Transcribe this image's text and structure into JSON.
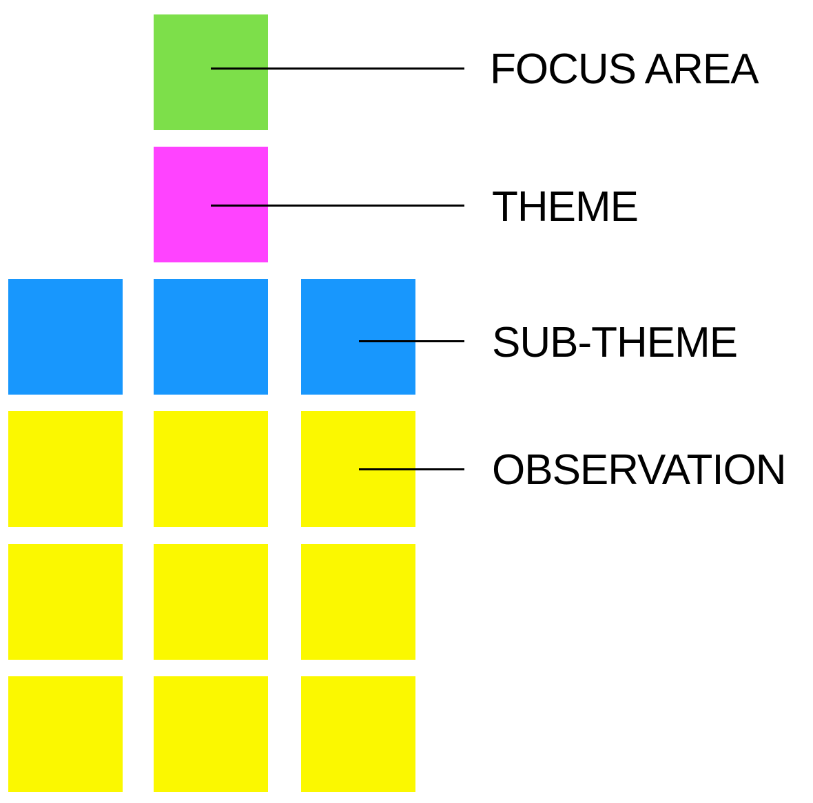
{
  "colors": {
    "focus_area": "#7ddf4a",
    "theme": "#ff43ff",
    "sub_theme": "#1897fd",
    "observation": "#fbf800",
    "line": "#000000",
    "background": "#ffffff"
  },
  "labels": {
    "focus_area": "FOCUS AREA",
    "theme": "THEME",
    "sub_theme": "SUB-THEME",
    "observation": "OBSERVATION"
  }
}
